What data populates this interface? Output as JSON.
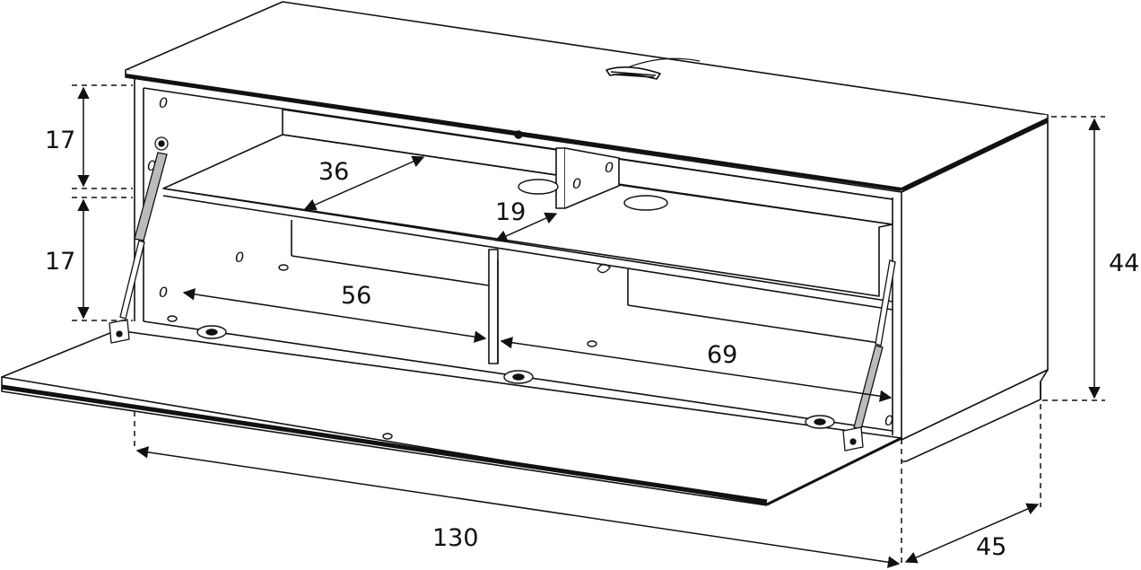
{
  "diagram": {
    "colors": {
      "line": "#111111",
      "background": "#ffffff",
      "strut": "#888888"
    },
    "dimensions": {
      "upper_height": "17",
      "lower_height": "17",
      "total_height": "44",
      "shelf_depth": "36",
      "divider_gap": "19",
      "left_width": "56",
      "right_width": "69",
      "overall_width": "130",
      "overall_depth": "45"
    },
    "hole_marker": "0"
  }
}
